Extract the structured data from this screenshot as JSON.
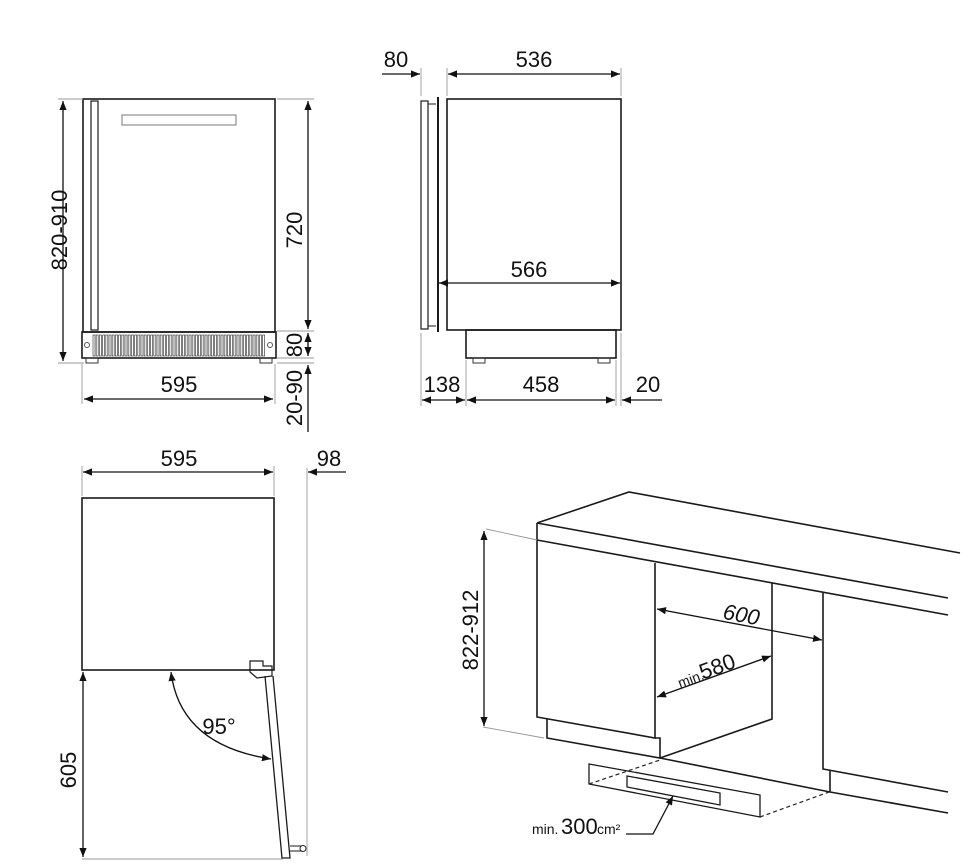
{
  "front_view": {
    "overall_height": "820-910",
    "body_height": "720",
    "plinth_height": "80",
    "feet_height": "20-90",
    "width": "595"
  },
  "side_view": {
    "door_depth": "80",
    "body_depth": "536",
    "total_depth": "566",
    "plinth_front_offset": "138",
    "plinth_depth": "458",
    "plinth_rear_offset": "20"
  },
  "top_view": {
    "width": "595",
    "handle_clearance": "98",
    "door_swing_depth": "605",
    "door_angle": "95°"
  },
  "installation_view": {
    "niche_height": "822-912",
    "niche_width": "600",
    "niche_min_width_prefix": "min.",
    "niche_min_width": "580",
    "vent_prefix": "min.",
    "vent_area": "300",
    "vent_unit": "cm²"
  }
}
